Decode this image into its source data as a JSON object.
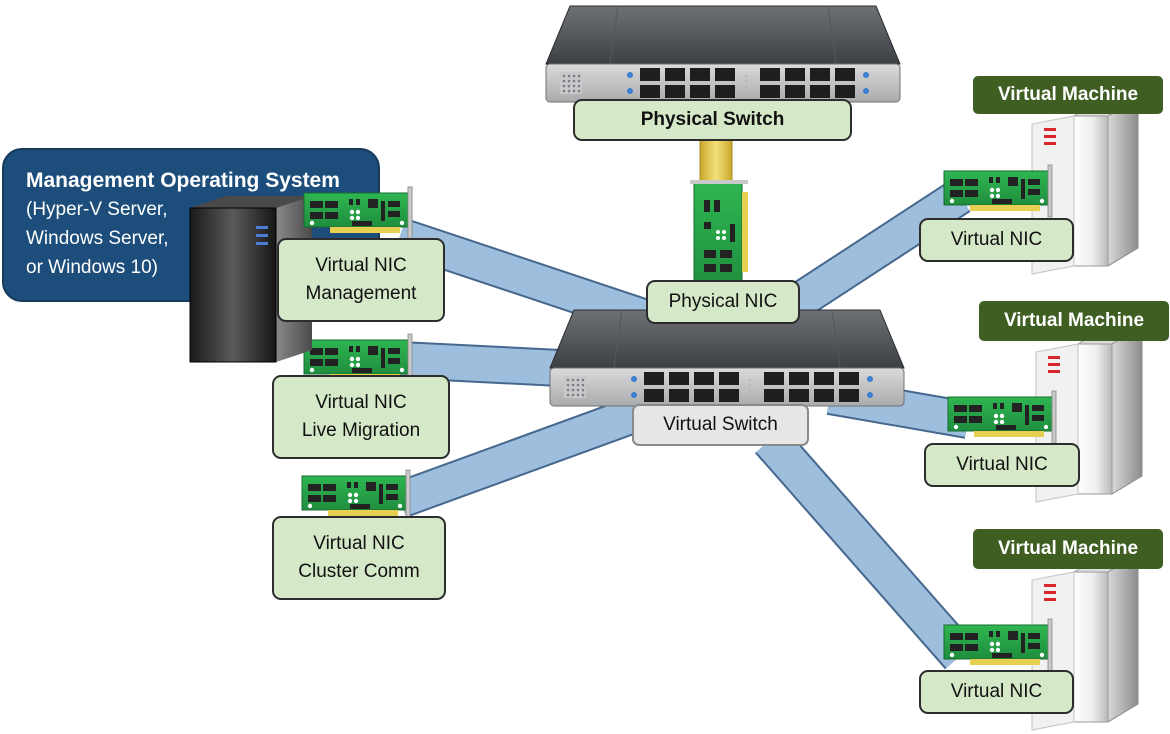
{
  "management_os": {
    "title": "Management Operating System",
    "lines": [
      "(Hyper-V Server,",
      "Windows Server,",
      "or Windows 10)"
    ]
  },
  "physical_switch": {
    "label": "Physical Switch"
  },
  "physical_nic": {
    "label": "Physical NIC"
  },
  "virtual_switch": {
    "label": "Virtual Switch"
  },
  "host_vnics": [
    {
      "line1": "Virtual NIC",
      "line2": "Management"
    },
    {
      "line1": "Virtual NIC",
      "line2": "Live Migration"
    },
    {
      "line1": "Virtual NIC",
      "line2": "Cluster Comm"
    }
  ],
  "virtual_machines": [
    {
      "title": "Virtual Machine",
      "nic_label": "Virtual NIC"
    },
    {
      "title": "Virtual Machine",
      "nic_label": "Virtual NIC"
    },
    {
      "title": "Virtual Machine",
      "nic_label": "Virtual NIC"
    }
  ],
  "colors": {
    "label_fill": "#d5e8c8",
    "management_box": "#1d4e7b",
    "vm_tag": "#3f5e22",
    "link": "#9dbedd",
    "uplink": "#e7cf52",
    "nic_board": "#27a84a"
  }
}
